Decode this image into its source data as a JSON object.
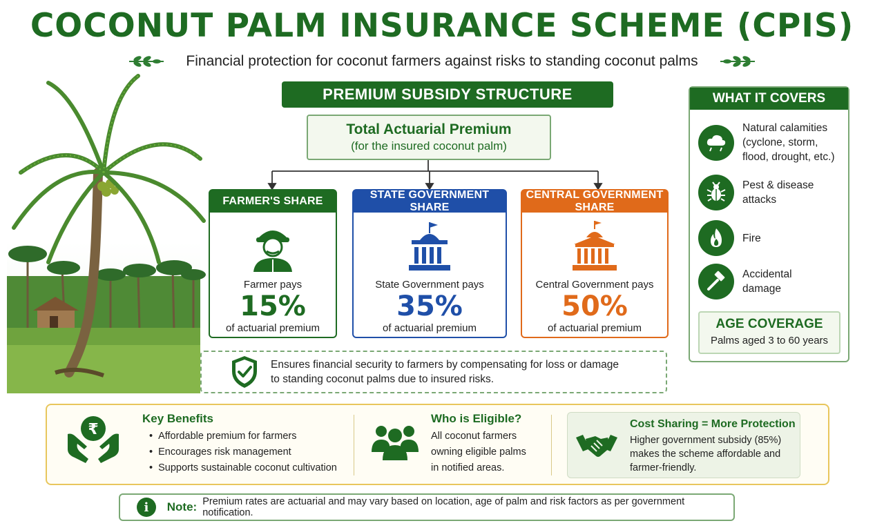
{
  "header": {
    "title": "COCONUT PALM INSURANCE SCHEME (CPIS)",
    "subtitle": "Financial protection for coconut farmers against risks to standing coconut palms"
  },
  "premium": {
    "section_title": "PREMIUM SUBSIDY STRUCTURE",
    "total_title": "Total Actuarial Premium",
    "total_subtitle": "(for the insured coconut palm)",
    "shares": [
      {
        "label": "FARMER'S SHARE",
        "pays": "Farmer pays",
        "percent": "15%",
        "of": "of actuarial premium",
        "color": "#1e6b22",
        "icon": "farmer-icon"
      },
      {
        "label": "STATE GOVERNMENT SHARE",
        "pays": "State Government pays",
        "percent": "35%",
        "of": "of actuarial premium",
        "color": "#1f4fa8",
        "icon": "government-building-icon"
      },
      {
        "label": "CENTRAL GOVERNMENT SHARE",
        "pays": "Central Government pays",
        "percent": "50%",
        "of": "of actuarial premium",
        "color": "#e06a1a",
        "icon": "parliament-building-icon"
      }
    ],
    "security_text_line1": "Ensures financial security to farmers by compensating for loss or damage",
    "security_text_line2": "to standing coconut palms due to insured risks."
  },
  "coverage": {
    "title": "WHAT IT COVERS",
    "items": [
      {
        "line1": "Natural calamities",
        "line2": "(cyclone, storm,",
        "line3": "flood, drought, etc.)",
        "icon": "storm-cloud-icon"
      },
      {
        "line1": "Pest & disease",
        "line2": "attacks",
        "icon": "bug-icon"
      },
      {
        "line1": "Fire",
        "icon": "fire-icon"
      },
      {
        "line1": "Accidental",
        "line2": "damage",
        "icon": "hammer-icon"
      }
    ],
    "age_title": "AGE COVERAGE",
    "age_text": "Palms aged 3 to 60 years"
  },
  "benefits": {
    "key_title": "Key Benefits",
    "key_items": [
      "Affordable premium for farmers",
      "Encourages risk management",
      "Supports sustainable coconut cultivation"
    ],
    "eligible_title": "Who is Eligible?",
    "eligible_line1": "All coconut farmers",
    "eligible_line2": "owning eligible palms",
    "eligible_line3": "in notified areas.",
    "cost_title": "Cost Sharing = More Protection",
    "cost_line1": "Higher government subsidy (85%)",
    "cost_line2": "makes the scheme affordable and",
    "cost_line3": "farmer-friendly."
  },
  "note": {
    "icon_glyph": "i",
    "label": "Note:",
    "text": "Premium rates are actuarial and may vary based on location, age of palm and risk factors as per government notification."
  },
  "colors": {
    "brand_green": "#1e6b22",
    "state_blue": "#1f4fa8",
    "central_orange": "#e06a1a",
    "benefits_border": "#e8c65c"
  }
}
